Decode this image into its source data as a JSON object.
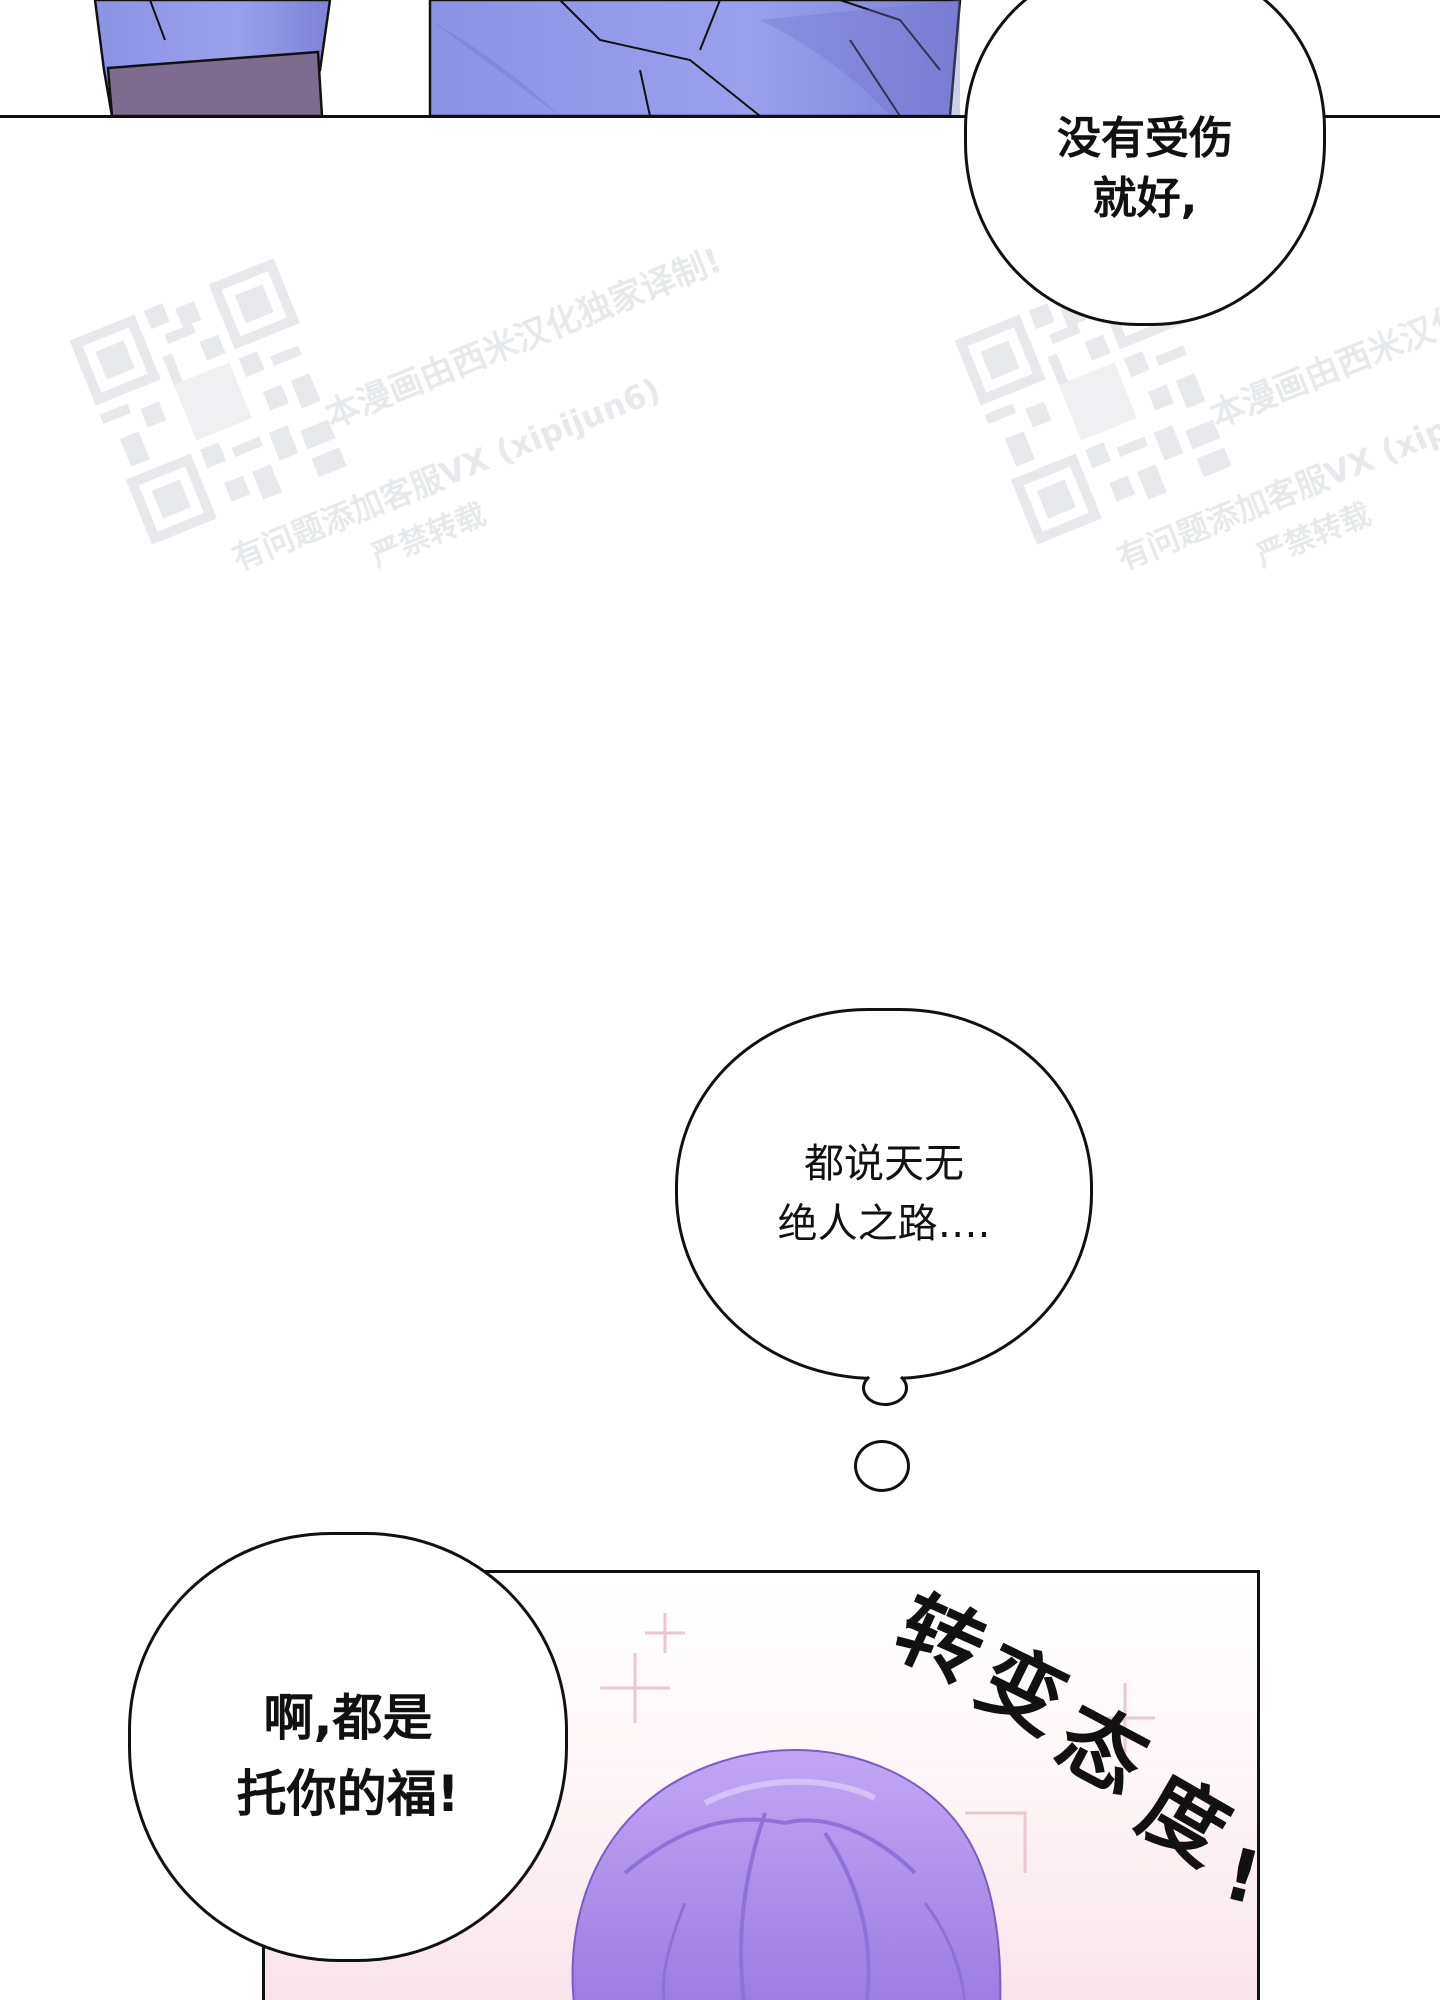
{
  "bubbles": {
    "first": {
      "text": "没有受伤\n就好,"
    },
    "second": {
      "text": "都说天无\n绝人之路…."
    },
    "third": {
      "text": "啊,都是\n托你的福!"
    }
  },
  "sound_effect": {
    "chars": [
      "转",
      "变",
      "态",
      "度",
      "!"
    ]
  },
  "watermark": {
    "line_1": "本漫画由西米汉化独家译制!",
    "line_2": "严禁转载",
    "line_3": "有问题添加客服VX (xipijun6)",
    "line_4": "本漫画由西米汉化",
    "line_5": "有问题添加客服VX (xipijun6)"
  },
  "colors": {
    "shirt": "#8f97e8",
    "shirt_shadow": "#6f72c9",
    "sleeve_band": "#7d6c8e",
    "hair": "#b79af0",
    "hair_shadow": "#8f72d8",
    "panel_blush": "#f7e3ea",
    "ink": "#111111",
    "watermark": "#6c7383"
  }
}
